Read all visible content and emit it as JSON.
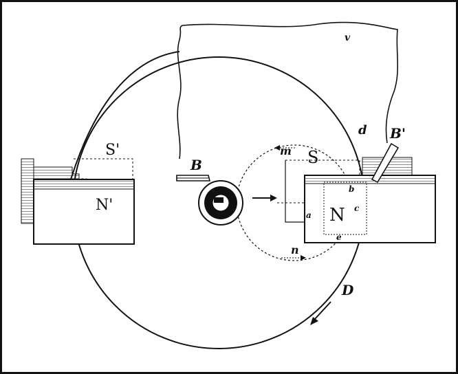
{
  "labels": {
    "S1": "S'",
    "N1": "N'",
    "B": "B",
    "B_prime": "B'",
    "d": "d",
    "m": "m",
    "S": "S",
    "N": "N",
    "n": "n",
    "D": "D",
    "v": "v",
    "small_a": "a",
    "small_b": "b",
    "small_c": "c",
    "small_e": "e"
  },
  "colors": {
    "ink": "#111111",
    "paper": "#ffffff"
  }
}
